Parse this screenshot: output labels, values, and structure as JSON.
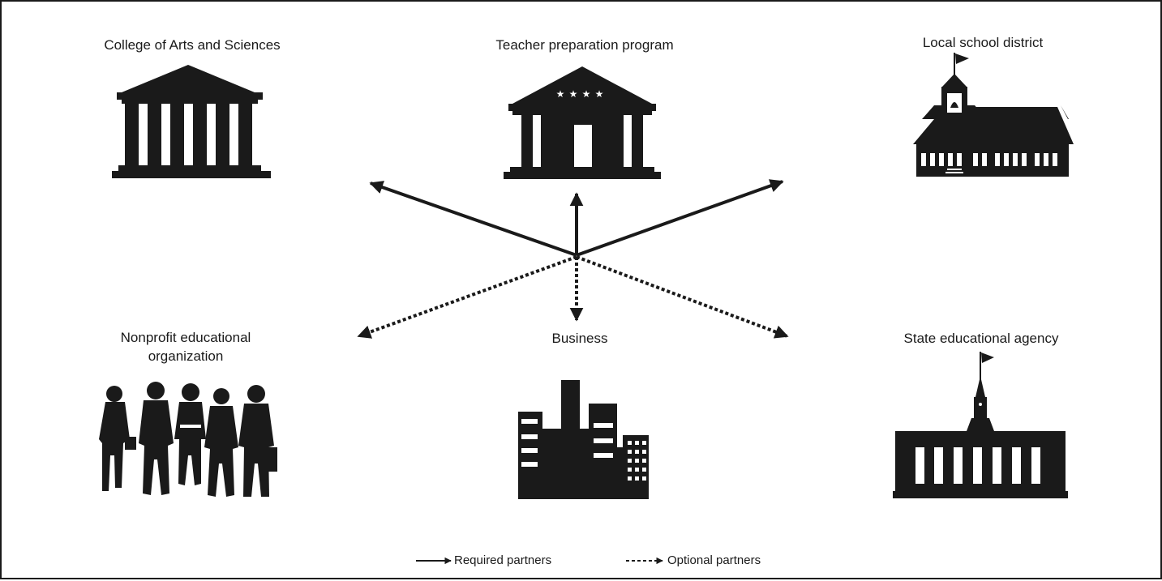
{
  "nodes": {
    "college": {
      "label": "College of Arts and Sciences",
      "icon": "classical-building-icon"
    },
    "teacher_prep": {
      "label": "Teacher preparation program",
      "icon": "building-with-stars-icon"
    },
    "school_district": {
      "label": "Local school district",
      "icon": "schoolhouse-with-flag-icon"
    },
    "nonprofit": {
      "label_line1": "Nonprofit educational",
      "label_line2": "organization",
      "icon": "group-of-people-icon"
    },
    "business": {
      "label": "Business",
      "icon": "city-skyline-icon"
    },
    "state_agency": {
      "label": "State educational agency",
      "icon": "capitol-building-icon"
    }
  },
  "legend": {
    "required": "Required partners",
    "optional": "Optional partners"
  },
  "colors": {
    "ink": "#1a1a1a",
    "background": "#ffffff"
  }
}
